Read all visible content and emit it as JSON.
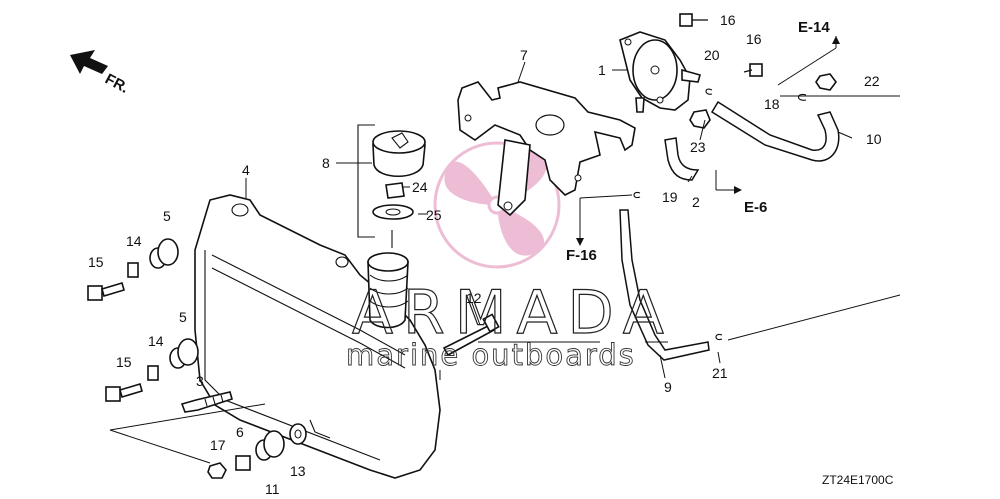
{
  "diagram": {
    "direction_label": "FR.",
    "diagram_code": "ZT24E1700C",
    "watermark": {
      "brand": "ARMADA",
      "tagline": "marine outboards"
    },
    "references": [
      "E-14",
      "E-6",
      "F-16"
    ],
    "callouts": [
      "1",
      "2",
      "3",
      "4",
      "5",
      "5",
      "6",
      "7",
      "8",
      "9",
      "10",
      "11",
      "12",
      "13",
      "14",
      "14",
      "15",
      "15",
      "16",
      "16",
      "17",
      "18",
      "19",
      "20",
      "21",
      "22",
      "23",
      "24",
      "25"
    ],
    "colors": {
      "line": "#111111",
      "watermark_logo": "#e8a6c8",
      "background": "#ffffff"
    }
  }
}
